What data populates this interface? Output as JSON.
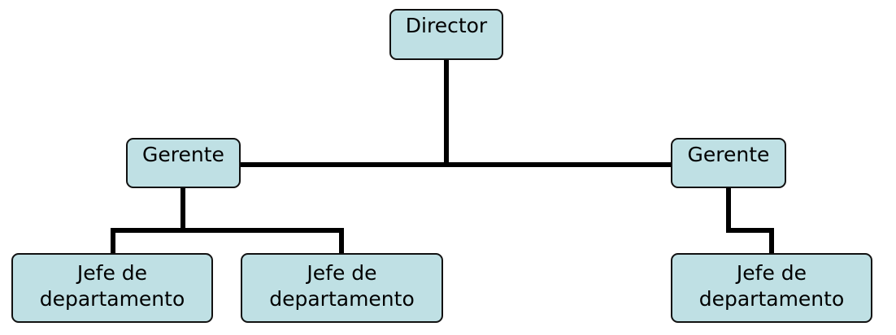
{
  "chart": {
    "director": "Director",
    "gerente_left": "Gerente",
    "gerente_right": "Gerente",
    "jefe_1": {
      "line1": "Jefe de",
      "line2": "departamento"
    },
    "jefe_2": {
      "line1": "Jefe de",
      "line2": "departamento"
    },
    "jefe_3": {
      "line1": "Jefe de",
      "line2": "departamento"
    }
  },
  "colors": {
    "box_fill": "#bfe0e4",
    "box_border": "#111111",
    "connector": "#000000"
  }
}
